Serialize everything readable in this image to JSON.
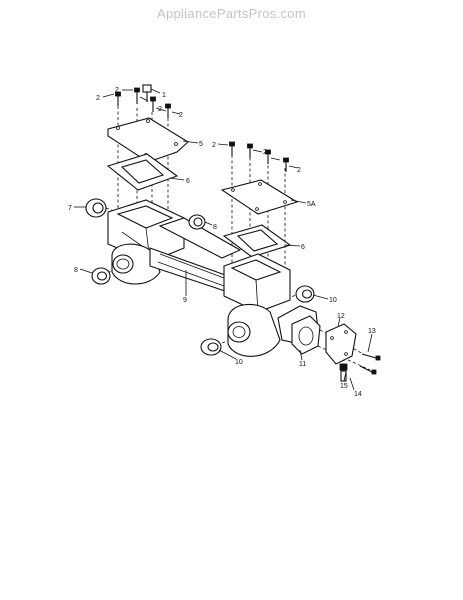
{
  "watermark": "AppliancePartsPros.com",
  "callouts": {
    "c1": "1",
    "c2a": "2",
    "c2b": "2",
    "c2c": "2",
    "c2d": "2",
    "c2e": "2",
    "c2f": "2",
    "c2g": "2",
    "c5": "5",
    "c5a": "5A",
    "c6a": "6",
    "c6b": "6",
    "c7": "7",
    "c8a": "8",
    "c8b": "8",
    "c9": "9",
    "c10a": "10",
    "c10b": "10",
    "c11": "11",
    "c12": "12",
    "c13": "13",
    "c14": "14",
    "c15": "15"
  }
}
